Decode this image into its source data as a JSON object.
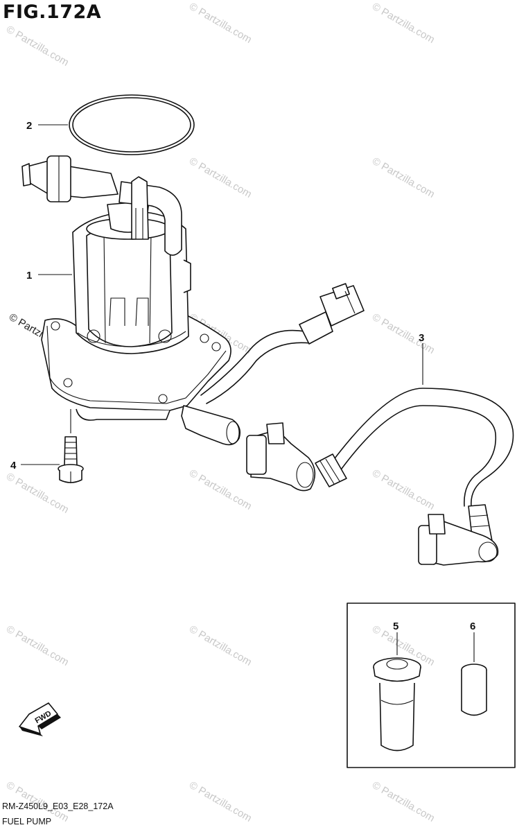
{
  "figure": {
    "title": "FIG.172A",
    "code": "RM-Z450L9_E03_E28_172A",
    "name": "FUEL PUMP"
  },
  "callouts": [
    "1",
    "2",
    "3",
    "4",
    "5",
    "6"
  ],
  "fwd_label": "FWD",
  "watermark": "© Partzilla.com"
}
